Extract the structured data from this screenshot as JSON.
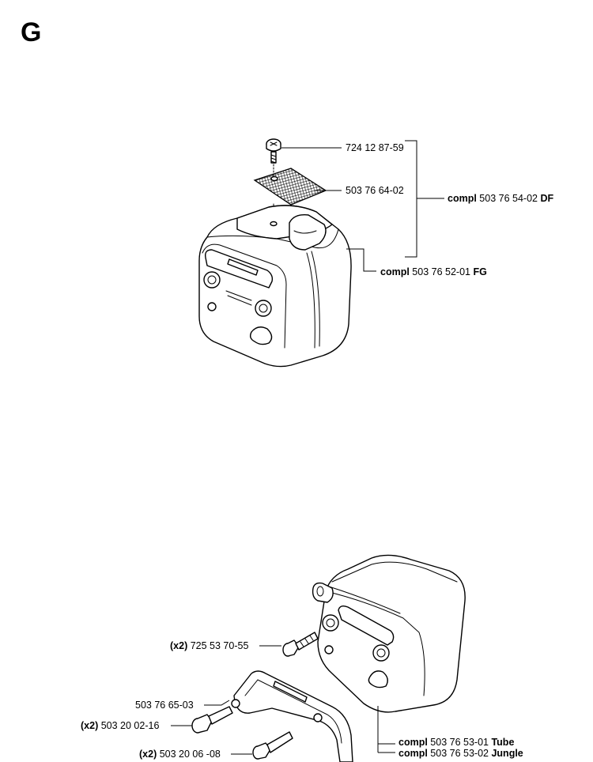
{
  "page_letter": "G",
  "upper_assembly": {
    "screw": {
      "part_no": "724 12 87-59"
    },
    "screen": {
      "part_no": "503 76 64-02"
    },
    "kit_df": {
      "prefix": "compl",
      "part_no": "503 76 54-02",
      "suffix": "DF"
    },
    "muffler_fg": {
      "prefix": "compl",
      "part_no": "503 76 52-01",
      "suffix": "FG"
    }
  },
  "lower_assembly": {
    "bolt_long": {
      "qty": "(x2)",
      "part_no": "725 53 70-55"
    },
    "bracket": {
      "part_no": "503 76 65-03"
    },
    "screw_a": {
      "qty": "(x2)",
      "part_no": "503 20 02-16"
    },
    "screw_b": {
      "qty": "(x2)",
      "part_no": "503 20 06 -08"
    },
    "muffler_tube": {
      "prefix": "compl",
      "part_no": "503 76 53-01",
      "suffix": "Tube"
    },
    "muffler_jungle": {
      "prefix": "compl",
      "part_no": "503 76 53-02",
      "suffix": "Jungle"
    }
  }
}
